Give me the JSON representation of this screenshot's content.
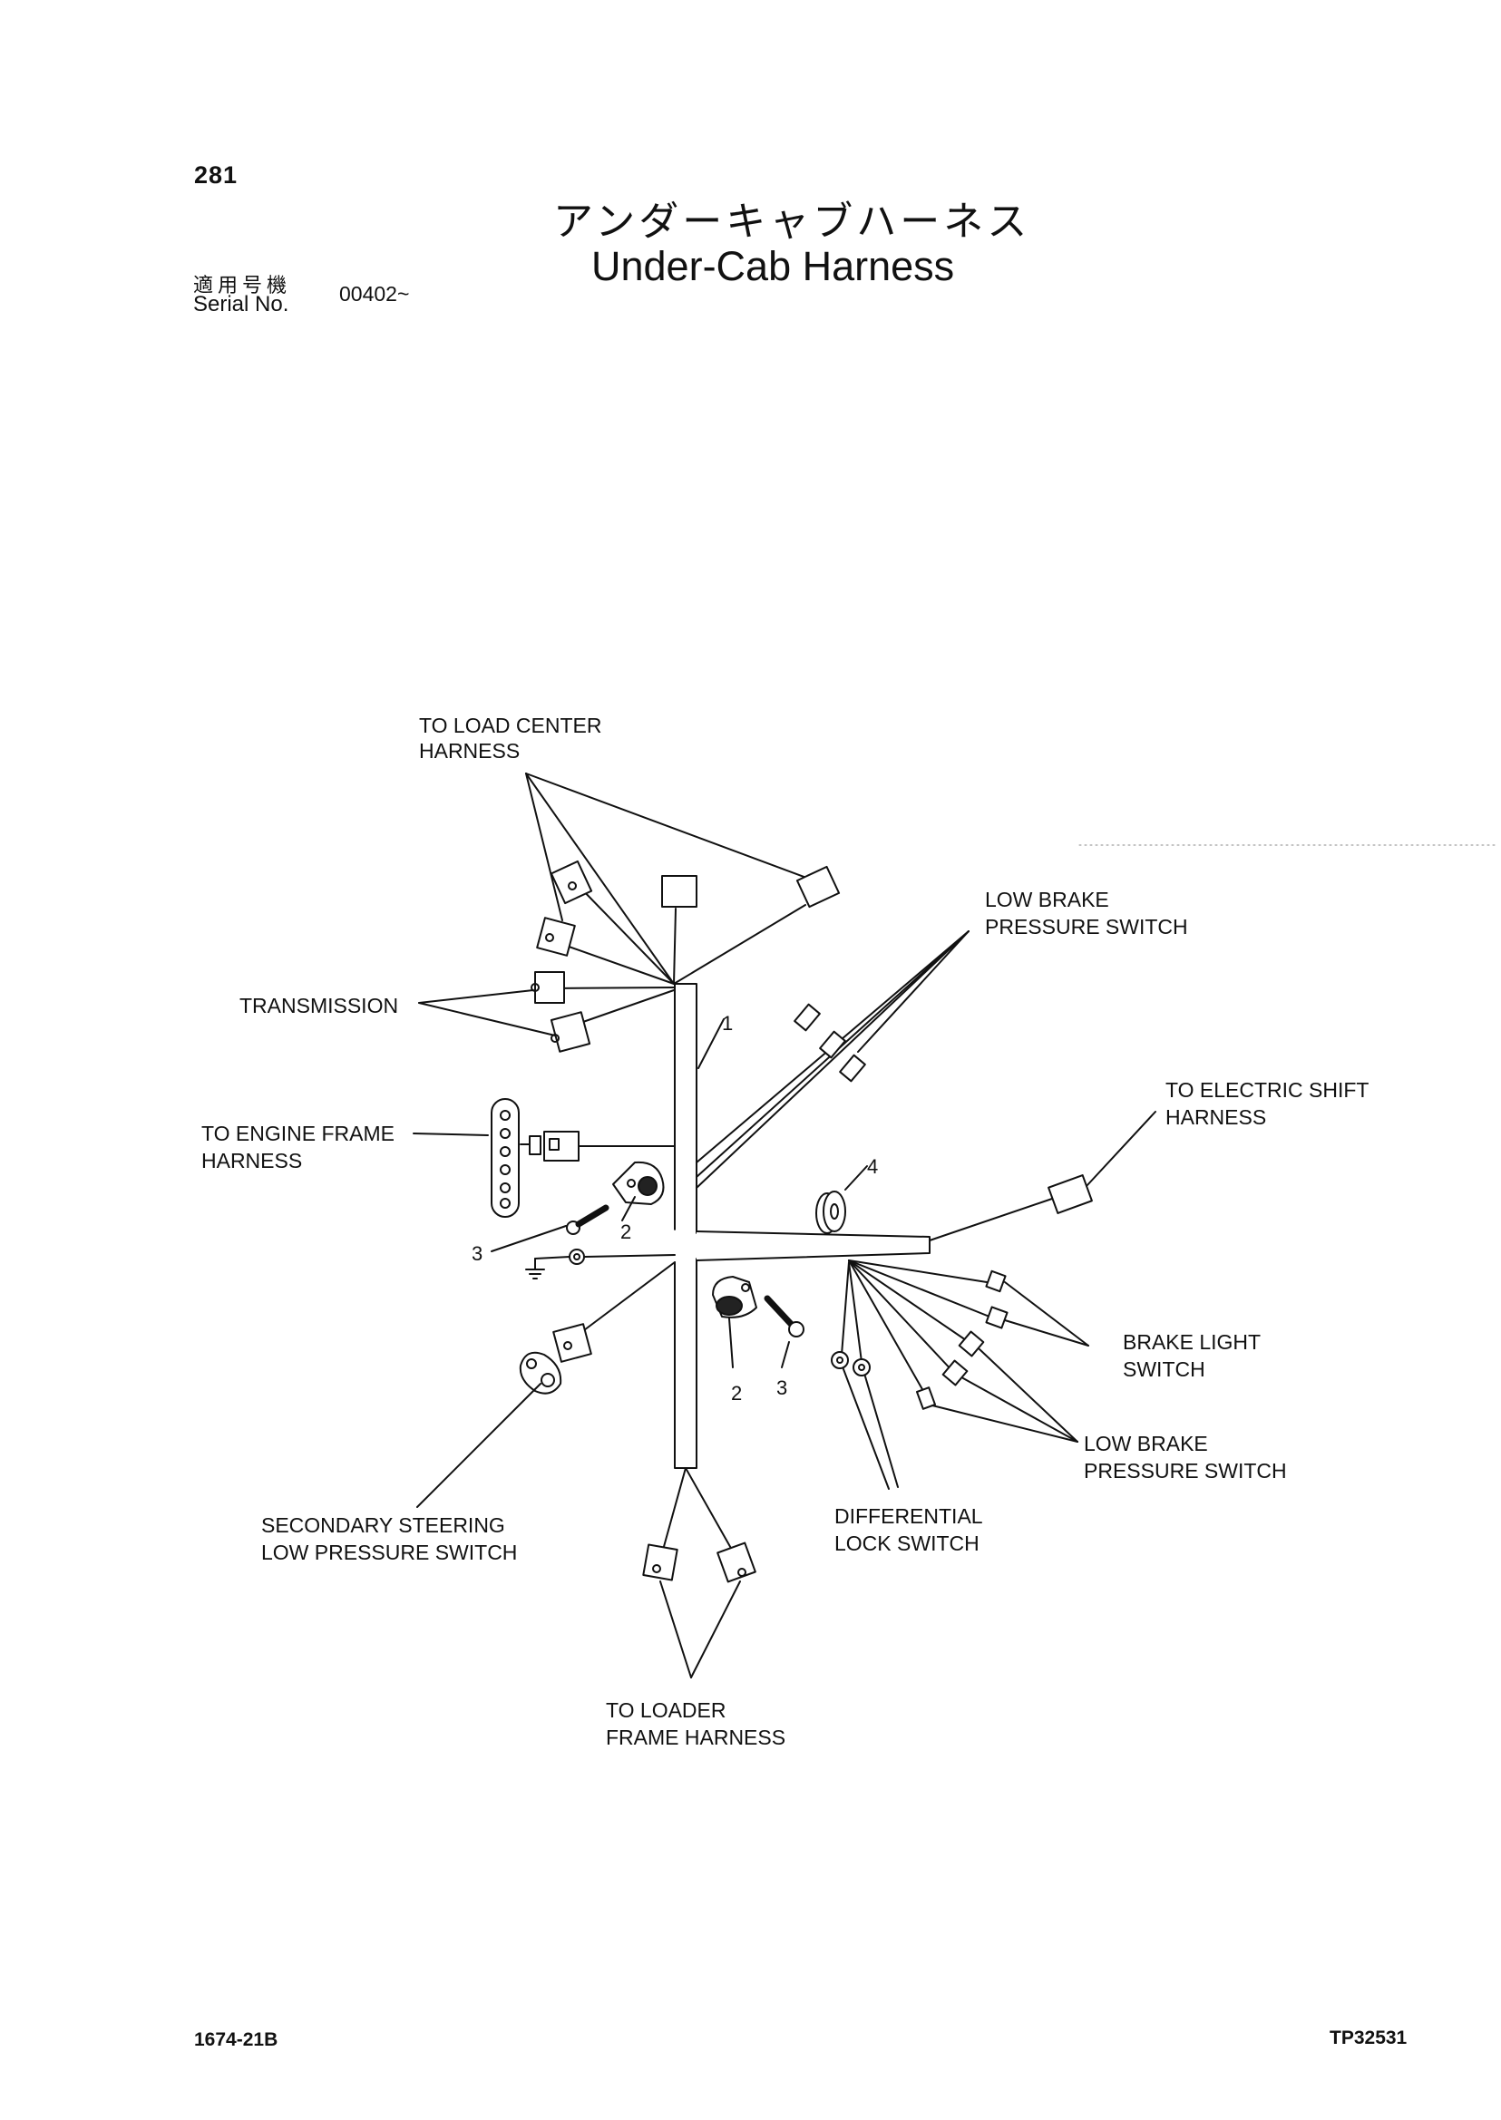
{
  "header": {
    "page_number": "281",
    "title_japanese": "アンダーキャブハーネス",
    "title_english": "Under-Cab Harness",
    "serial_label_japanese": "適用号機",
    "serial_label_english": "Serial No.",
    "serial_value": "00402~"
  },
  "labels": {
    "to_load_center_1": "TO LOAD CENTER",
    "to_load_center_2": "HARNESS",
    "low_brake_top_1": "LOW BRAKE",
    "low_brake_top_2": "PRESSURE SWITCH",
    "transmission": "TRANSMISSION",
    "to_engine_frame_1": "TO ENGINE FRAME",
    "to_engine_frame_2": "HARNESS",
    "to_electric_shift_1": "TO ELECTRIC SHIFT",
    "to_electric_shift_2": "HARNESS",
    "brake_light_1": "BRAKE LIGHT",
    "brake_light_2": "SWITCH",
    "low_brake_bottom_1": "LOW BRAKE",
    "low_brake_bottom_2": "PRESSURE SWITCH",
    "differential_lock_1": "DIFFERENTIAL",
    "differential_lock_2": "LOCK SWITCH",
    "secondary_steering_1": "SECONDARY STEERING",
    "secondary_steering_2": "LOW PRESSURE SWITCH",
    "to_loader_frame_1": "TO LOADER",
    "to_loader_frame_2": "FRAME HARNESS"
  },
  "callouts": {
    "harness": "1",
    "clamp_upper": "2",
    "bolt_upper": "3",
    "grommet": "4",
    "clamp_lower": "2",
    "bolt_lower": "3"
  },
  "footer": {
    "drawing_number": "1674-21B",
    "reference_code": "TP32531"
  }
}
